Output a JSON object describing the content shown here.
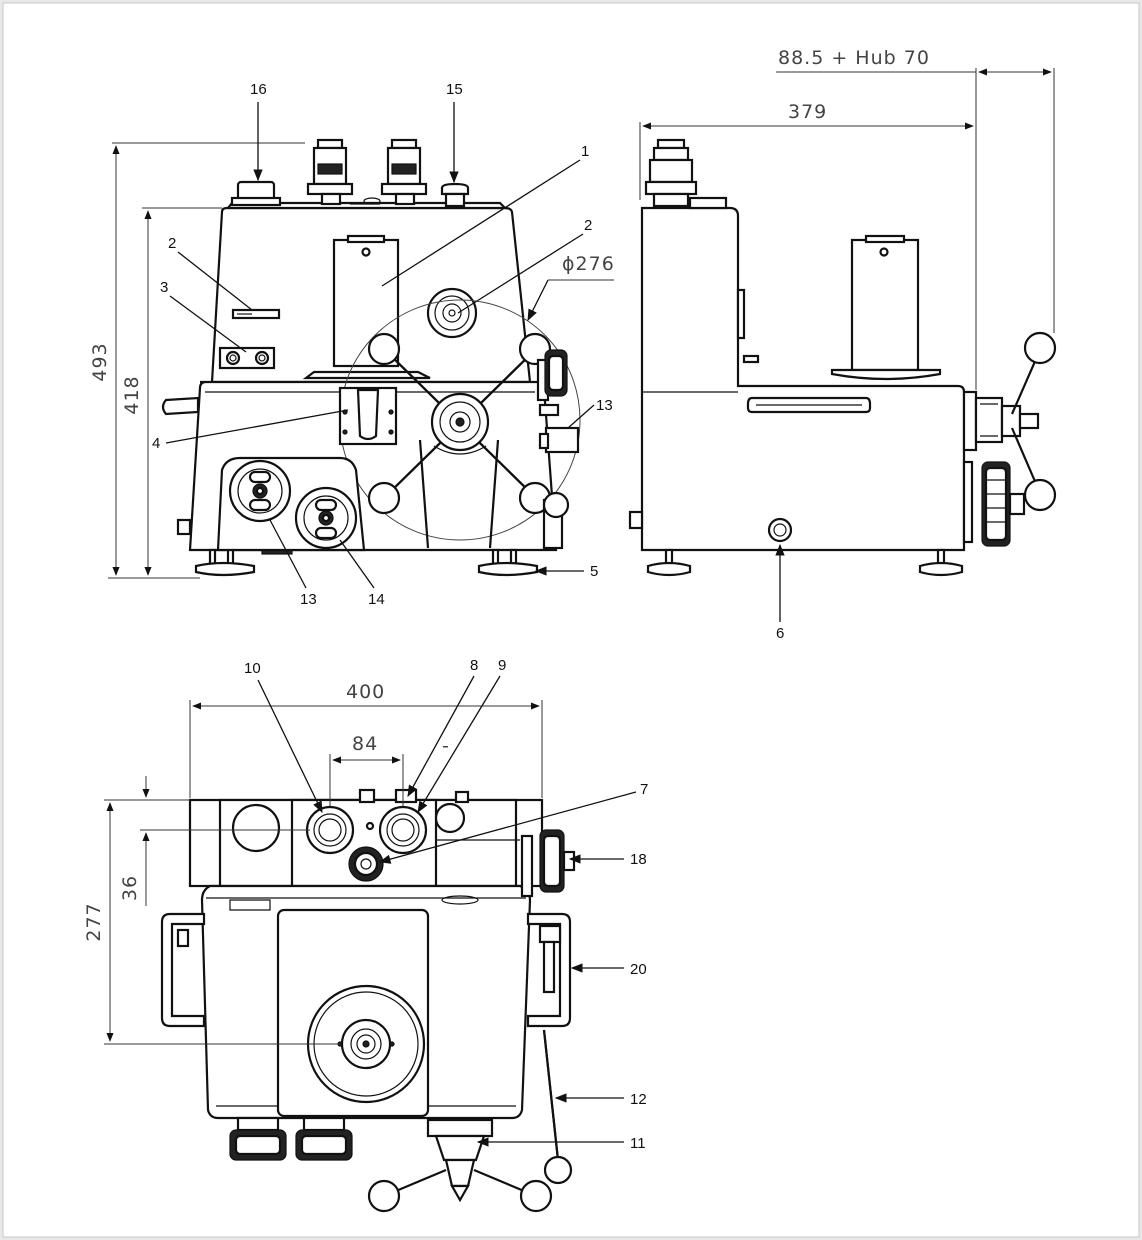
{
  "dimensions": {
    "overall_height": "493",
    "body_height": "418",
    "wheel_diameter": "ϕ276",
    "side_depth": "379",
    "stroke_extension": "88.5 + Hub 70",
    "top_width": "400",
    "spindle_spacing": "84",
    "top_depth": "277",
    "top_offset": "36",
    "dash_mark": "-"
  },
  "callouts": {
    "c1": "1",
    "c2a": "2",
    "c2b": "2",
    "c3": "3",
    "c4": "4",
    "c5": "5",
    "c6": "6",
    "c7": "7",
    "c8": "8",
    "c9": "9",
    "c10": "10",
    "c11": "11",
    "c12": "12",
    "c13a": "13",
    "c13b": "13",
    "c14": "14",
    "c15": "15",
    "c16": "16",
    "c18": "18",
    "c20": "20"
  },
  "colors": {
    "background": "#e8e8e8",
    "paper": "#ffffff",
    "line": "#111111"
  }
}
